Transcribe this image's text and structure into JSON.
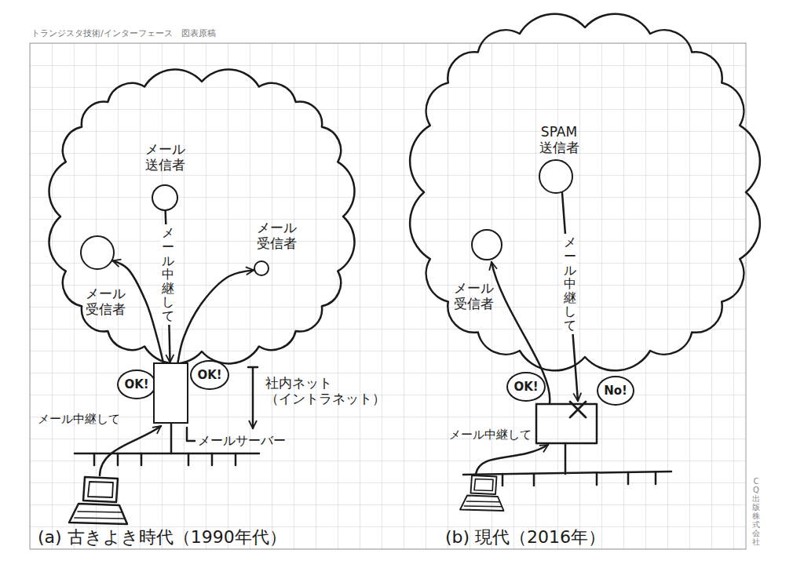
{
  "diagram": {
    "nodes": [
      {
        "text": [
          "メール 送信者"
        ]
      },
      {
        "text": [
          "メール 受信者"
        ]
      },
      {
        "text": [
          "メール 受信者"
        ]
      },
      {
        "text": [
          "OK!"
        ]
      },
      {
        "text": [
          "OK!"
        ]
      },
      {
        "text": [
          "メールサーバー"
        ]
      },
      {
        "text": [
          "SPAM 送信者"
        ]
      },
      {
        "text": [
          "メール 受信者"
        ]
      },
      {
        "text": [
          "OK!"
        ]
      },
      {
        "text": [
          "No!"
        ]
      }
    ],
    "edges": [
      {
        "from": 0,
        "to": 5,
        "label": "メール中継して",
        "arrow": "to"
      },
      {
        "from": 5,
        "to": 1,
        "arrow": "to"
      },
      {
        "from": 5,
        "to": 2,
        "arrow": "to"
      }
    ],
    "labels": [
      "トランジスタ技術/インターフェース　図表原稿",
      "社内ネット （イントラネット）",
      "メール中継して",
      "(a) 古きよき時代（1990年代）",
      "メール中継して",
      "メール中継して",
      "(b) 現代（2016年）",
      "CQ出版株式会社"
    ]
  }
}
